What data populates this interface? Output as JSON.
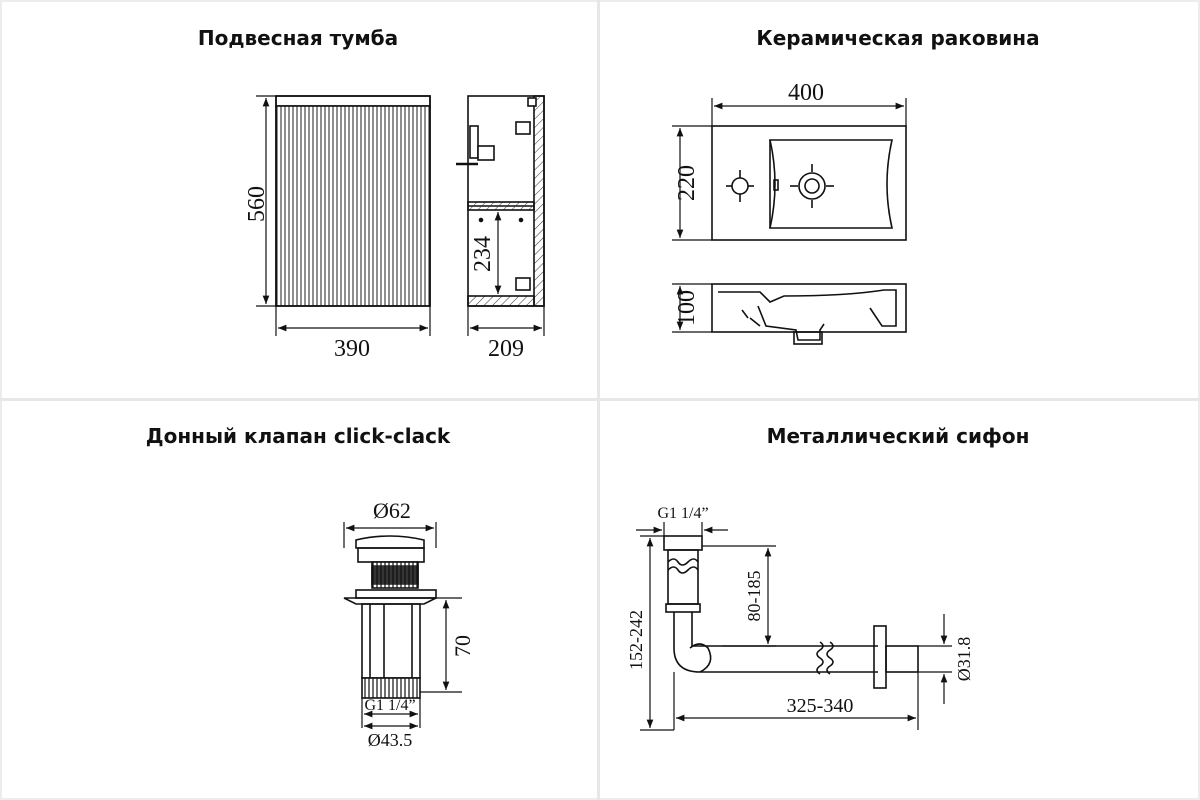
{
  "panels": [
    {
      "title": "Подвесная тумба"
    },
    {
      "title": "Керамическая раковина"
    },
    {
      "title": "Донный клапан click-clack"
    },
    {
      "title": "Металлический сифон"
    }
  ],
  "cabinet": {
    "height": "560",
    "width": "390",
    "depth": "209",
    "shelf": "234"
  },
  "sink": {
    "width": "400",
    "depth": "220",
    "height": "100"
  },
  "valve": {
    "top_dia": "Ø62",
    "height": "70",
    "thread": "G1 1/4”",
    "bottom_dia": "Ø43.5"
  },
  "siphon": {
    "thread": "G1 1/4”",
    "range_vertical": "80-185",
    "range_total": "152-242",
    "length": "325-340",
    "pipe_dia": "Ø31.8"
  }
}
